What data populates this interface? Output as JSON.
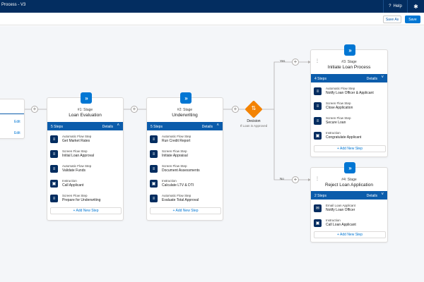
{
  "header": {
    "title": "Process - V3",
    "help_label": "Help",
    "help_icon": "question-icon",
    "settings_icon": "gear-icon"
  },
  "toolbar": {
    "save_as_label": "Save As",
    "save_label": "Save"
  },
  "colors": {
    "header_bg": "#032d60",
    "accent": "#0176d3",
    "stage_bar": "#0b5cab",
    "decision": "#f38303",
    "canvas_bg": "#f4f6f9"
  },
  "partial_card": {
    "edit_labels": [
      "Edit",
      "Edit"
    ]
  },
  "stages": [
    {
      "number": "#1: Stage",
      "name": "Loan Evaluation",
      "step_count": "5 Steps",
      "details_label": "Details",
      "chevron": "^",
      "steps": [
        {
          "type": "Automatic Flow Step",
          "name": "Get Market Rates",
          "icon": "flow-icon"
        },
        {
          "type": "Screen Flow Step",
          "name": "Initial Loan Approval",
          "icon": "flow-icon"
        },
        {
          "type": "Automatic Flow Step",
          "name": "Validate Funds",
          "icon": "flow-icon"
        },
        {
          "type": "Instruction",
          "name": "Call Applicant",
          "icon": "instruction-icon"
        },
        {
          "type": "Screen Flow Step",
          "name": "Prepare for Underwriting",
          "icon": "flow-icon"
        }
      ],
      "add_step_label": "+ Add New Step"
    },
    {
      "number": "#2: Stage",
      "name": "Underwriting",
      "step_count": "5 Steps",
      "details_label": "Details",
      "chevron": "^",
      "steps": [
        {
          "type": "Automatic Flow Step",
          "name": "Run Credit Report",
          "icon": "flow-icon"
        },
        {
          "type": "Screen Flow Step",
          "name": "Initiate Appraisal",
          "icon": "flow-icon"
        },
        {
          "type": "Screen Flow Step",
          "name": "Document Assessments",
          "icon": "flow-icon"
        },
        {
          "type": "Instruction",
          "name": "Calculate LTV & DTI",
          "icon": "instruction-icon"
        },
        {
          "type": "Automatic Flow Step",
          "name": "Evaluate Total Approval",
          "icon": "flow-icon"
        }
      ],
      "add_step_label": "+ Add New Step"
    },
    {
      "number": "#3: Stage",
      "name": "Initiate Loan Process",
      "step_count": "4 Steps",
      "details_label": "Details",
      "chevron": "v",
      "steps": [
        {
          "type": "Automatic Flow Step",
          "name": "Notify Loan Officer & Applicant",
          "icon": "flow-icon"
        },
        {
          "type": "Screen Flow Step",
          "name": "Close Application",
          "icon": "flow-icon"
        },
        {
          "type": "Screen Flow Step",
          "name": "Secure Loan",
          "icon": "flow-icon"
        },
        {
          "type": "Instruction",
          "name": "Congratulate Applicant",
          "icon": "instruction-icon"
        }
      ],
      "add_step_label": "+ Add New Step"
    },
    {
      "number": "#4: Stage",
      "name": "Reject Loan Application",
      "step_count": "2 Steps",
      "details_label": "Details",
      "chevron": "v",
      "steps": [
        {
          "type": "Email Loan Applicant",
          "name": "Notify Loan Officer",
          "icon": "email-icon"
        },
        {
          "type": "Instruction",
          "name": "Call Loan Applicant",
          "icon": "instruction-icon"
        }
      ],
      "add_step_label": "+ Add New Step"
    }
  ],
  "decision": {
    "label": "Decision",
    "condition": "If Loan is Approved",
    "yes_label": "Yes",
    "no_label": "No",
    "icon": "decision-icon"
  }
}
